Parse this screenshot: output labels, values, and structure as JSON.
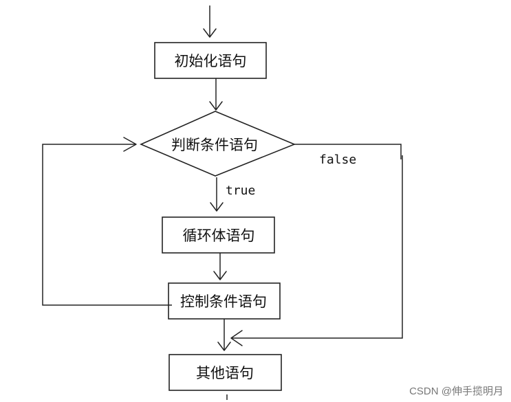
{
  "diagram": {
    "nodes": {
      "init": "初始化语句",
      "condition": "判断条件语句",
      "body": "循环体语句",
      "control": "控制条件语句",
      "other": "其他语句"
    },
    "edges": {
      "true_label": "true",
      "false_label": "false"
    }
  },
  "watermark": "CSDN @伸手揽明月"
}
